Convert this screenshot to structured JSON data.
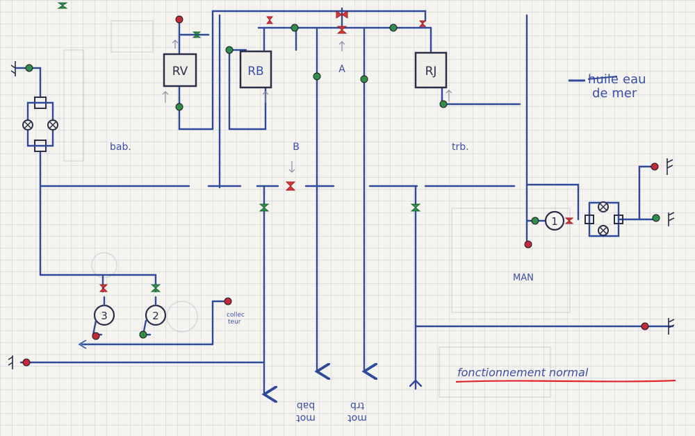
{
  "labels": {
    "rv": "RV",
    "rb": "RB",
    "rj": "RJ",
    "a": "A",
    "b": "B",
    "bab": "bab.",
    "trb": "trb.",
    "legend_struck": "huile",
    "legend_line1": "eau",
    "legend_line2": "de mer",
    "man": "MAN",
    "pump1": "1",
    "pump2": "2",
    "pump3": "3",
    "collecteur_1": "collec",
    "collecteur_2": "teur",
    "mot": "mot",
    "bab_out": "bab",
    "trb_out": "trb",
    "footer": "fonctionnement normal"
  },
  "colors": {
    "pipe": "#2f4a9a",
    "valve_red": "#d23a3a",
    "valve_green": "#2f8f4a",
    "valve_dot_red": "#c22a3a",
    "underline": "#e0242c",
    "grid": "#c7c9de"
  }
}
